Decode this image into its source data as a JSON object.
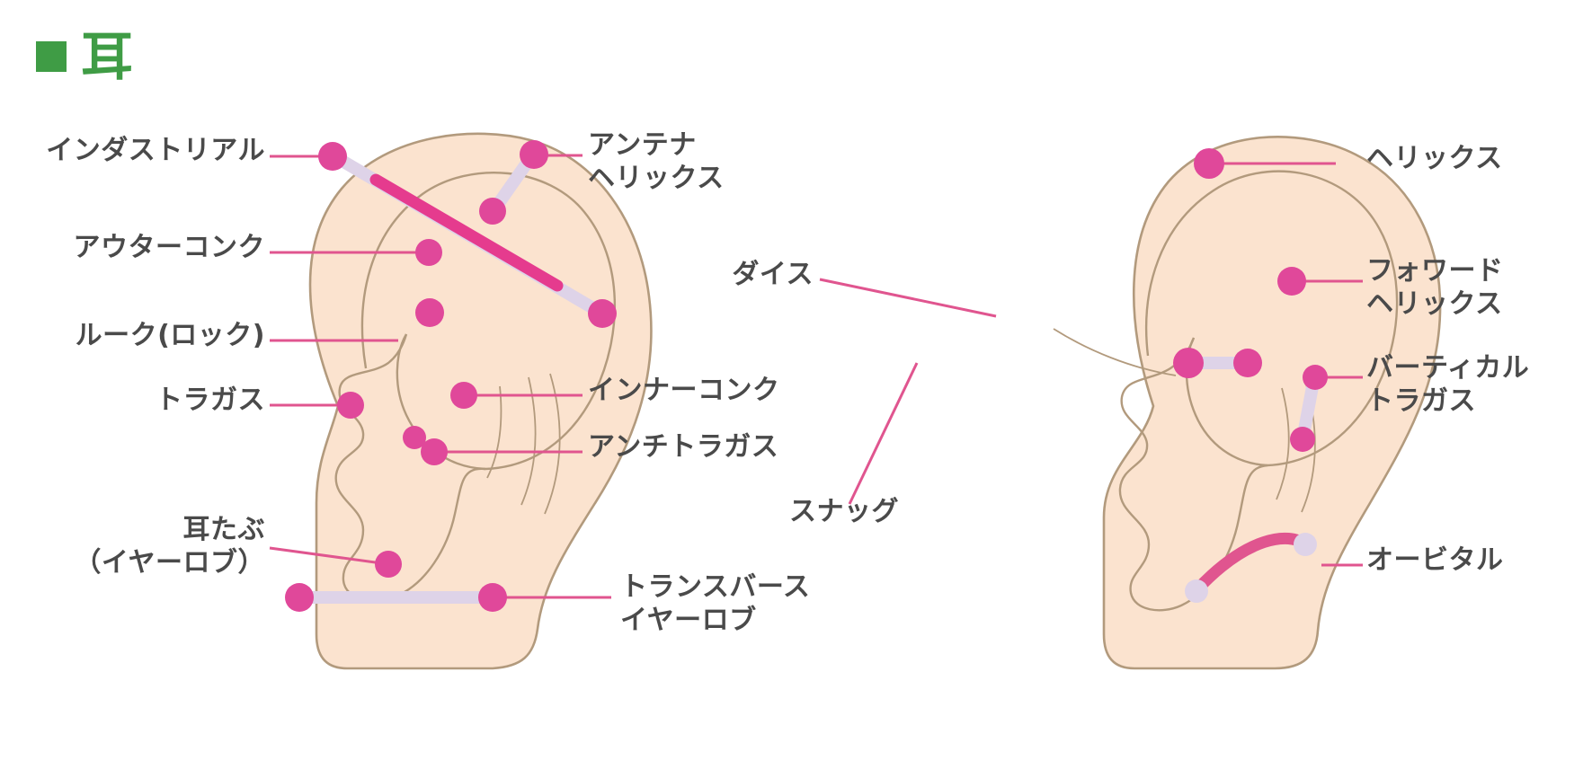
{
  "header": {
    "bullet": "green-square",
    "title": "耳",
    "title_color": "#3f9c45"
  },
  "palette": {
    "ear_fill": "#fbe3cf",
    "ear_outline": "#b29a7d",
    "dot": "#e0489a",
    "leader_line": "#e0558f",
    "barbell_pale": "#ded3e8",
    "barbell_pink": "#e53b8e",
    "label_text": "#4a4a4a",
    "background": "#ffffff"
  },
  "diagrams": {
    "left_ear": {
      "name": "left-ear-front-view",
      "labels": [
        {
          "id": "industrial",
          "text": "インダストリアル",
          "align": "right"
        },
        {
          "id": "outer-conch",
          "text": "アウターコンク",
          "align": "right"
        },
        {
          "id": "rook",
          "text": "ルーク(ロック)",
          "align": "right"
        },
        {
          "id": "tragus",
          "text": "トラガス",
          "align": "right"
        },
        {
          "id": "earlobe",
          "text": "耳たぶ\n（イヤーロブ）",
          "align": "right"
        },
        {
          "id": "antenna-helix",
          "text": "アンテナ\nヘリックス",
          "align": "left"
        },
        {
          "id": "inner-conch",
          "text": "インナーコンク",
          "align": "left"
        },
        {
          "id": "anti-tragus",
          "text": "アンチトラガス",
          "align": "left"
        },
        {
          "id": "transverse-lobe",
          "text": "トランスバース\nイヤーロブ",
          "align": "left"
        }
      ]
    },
    "right_ear": {
      "name": "right-ear-front-view",
      "labels": [
        {
          "id": "helix",
          "text": "ヘリックス",
          "align": "left"
        },
        {
          "id": "forward-helix",
          "text": "フォワード\nヘリックス",
          "align": "left"
        },
        {
          "id": "vertical-tragus",
          "text": "バーティカル\nトラガス",
          "align": "left"
        },
        {
          "id": "orbital",
          "text": "オービタル",
          "align": "left"
        },
        {
          "id": "daith",
          "text": "ダイス",
          "align": "right"
        },
        {
          "id": "snug",
          "text": "スナッグ",
          "align": "right"
        }
      ]
    }
  }
}
